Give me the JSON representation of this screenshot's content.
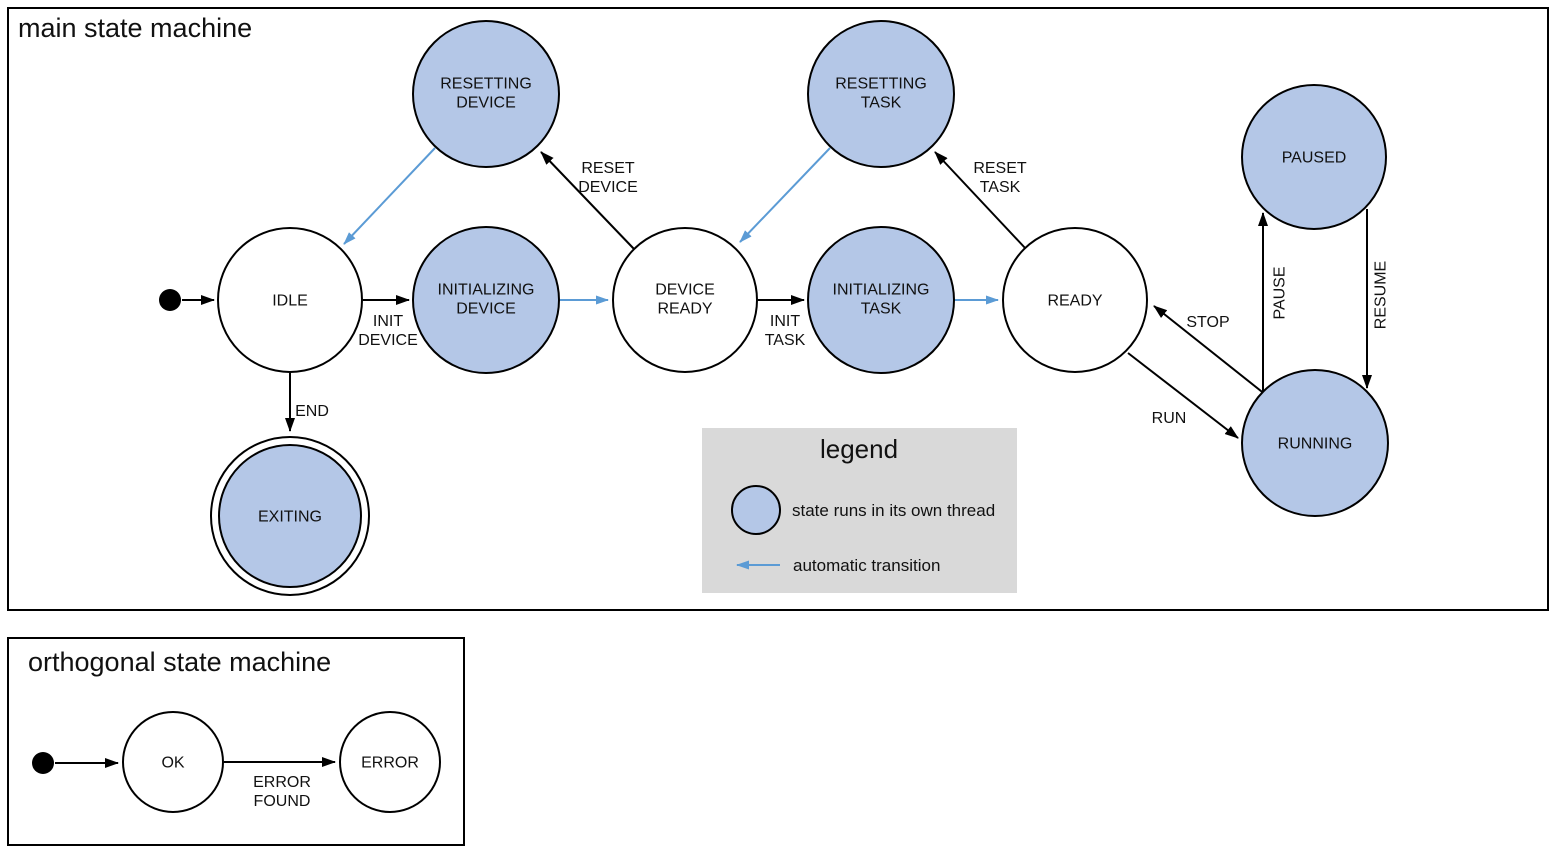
{
  "colors": {
    "threaded_state_fill": "#b4c7e7",
    "state_outline": "#000000",
    "automatic_transition_arrow": "#5b9bd5",
    "normal_transition_arrow": "#000000",
    "legend_background": "#d9d9d9",
    "text": "#111111"
  },
  "main": {
    "title": "main state machine",
    "states": {
      "idle": {
        "lines": [
          "IDLE"
        ],
        "threaded": false
      },
      "resetting_device": {
        "lines": [
          "RESETTING",
          "DEVICE"
        ],
        "threaded": true
      },
      "initializing_device": {
        "lines": [
          "INITIALIZING",
          "DEVICE"
        ],
        "threaded": true
      },
      "device_ready": {
        "lines": [
          "DEVICE",
          "READY"
        ],
        "threaded": false
      },
      "resetting_task": {
        "lines": [
          "RESETTING",
          "TASK"
        ],
        "threaded": true
      },
      "initializing_task": {
        "lines": [
          "INITIALIZING",
          "TASK"
        ],
        "threaded": true
      },
      "ready": {
        "lines": [
          "READY"
        ],
        "threaded": false
      },
      "paused": {
        "lines": [
          "PAUSED"
        ],
        "threaded": true
      },
      "running": {
        "lines": [
          "RUNNING"
        ],
        "threaded": true
      },
      "exiting": {
        "lines": [
          "EXITING"
        ],
        "threaded": true,
        "final": true
      }
    },
    "initial_transition": {
      "from": "initial",
      "to": "idle"
    },
    "transitions": {
      "init_device": {
        "lines": [
          "INIT",
          "DEVICE"
        ],
        "from": "idle",
        "to": "initializing_device",
        "automatic": false
      },
      "initializing_device_done": {
        "lines": [],
        "from": "initializing_device",
        "to": "device_ready",
        "automatic": true
      },
      "reset_device": {
        "lines": [
          "RESET",
          "DEVICE"
        ],
        "from": "device_ready",
        "to": "resetting_device",
        "automatic": false
      },
      "resetting_device_done": {
        "lines": [],
        "from": "resetting_device",
        "to": "idle",
        "automatic": true
      },
      "init_task": {
        "lines": [
          "INIT",
          "TASK"
        ],
        "from": "device_ready",
        "to": "initializing_task",
        "automatic": false
      },
      "initializing_task_done": {
        "lines": [],
        "from": "initializing_task",
        "to": "ready",
        "automatic": true
      },
      "reset_task": {
        "lines": [
          "RESET",
          "TASK"
        ],
        "from": "ready",
        "to": "resetting_task",
        "automatic": false
      },
      "resetting_task_done": {
        "lines": [],
        "from": "resetting_task",
        "to": "device_ready",
        "automatic": true
      },
      "end": {
        "lines": [
          "END"
        ],
        "from": "idle",
        "to": "exiting",
        "automatic": false
      },
      "run": {
        "lines": [
          "RUN"
        ],
        "from": "ready",
        "to": "running",
        "automatic": false
      },
      "stop": {
        "lines": [
          "STOP"
        ],
        "from": "running",
        "to": "ready",
        "automatic": false
      },
      "pause": {
        "lines": [
          "PAUSE"
        ],
        "from": "running",
        "to": "paused",
        "automatic": false
      },
      "resume": {
        "lines": [
          "RESUME"
        ],
        "from": "paused",
        "to": "running",
        "automatic": false
      }
    }
  },
  "legend": {
    "title": "legend",
    "items": [
      {
        "symbol": "threaded-state-circle",
        "label": "state runs in its own thread"
      },
      {
        "symbol": "automatic-transition-arrow",
        "label": "automatic transition"
      }
    ]
  },
  "orthogonal": {
    "title": "orthogonal state machine",
    "states": {
      "ok": {
        "lines": [
          "OK"
        ],
        "threaded": false
      },
      "error": {
        "lines": [
          "ERROR"
        ],
        "threaded": false
      }
    },
    "initial_transition": {
      "from": "initial",
      "to": "ok"
    },
    "transitions": {
      "error_found": {
        "lines": [
          "ERROR",
          "FOUND"
        ],
        "from": "ok",
        "to": "error",
        "automatic": false
      }
    }
  }
}
